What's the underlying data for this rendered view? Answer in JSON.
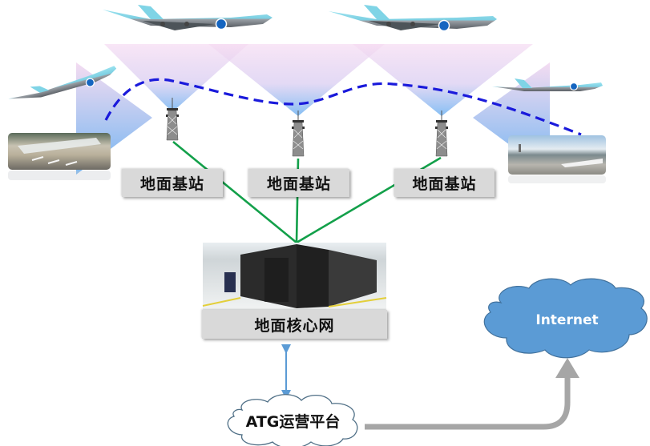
{
  "diagram": {
    "type": "ATG air-to-ground network architecture",
    "aircraft": [
      {
        "id": "plane-top-left",
        "role": "aircraft in cruise"
      },
      {
        "id": "plane-top-right",
        "role": "aircraft in cruise"
      },
      {
        "id": "plane-climbing",
        "role": "aircraft taking off"
      },
      {
        "id": "plane-descending",
        "role": "aircraft landing"
      }
    ],
    "airports": [
      {
        "id": "departure-airport",
        "label": ""
      },
      {
        "id": "arrival-airport",
        "label": ""
      }
    ],
    "base_stations": [
      {
        "label": "地面基站"
      },
      {
        "label": "地面基站"
      },
      {
        "label": "地面基站"
      }
    ],
    "core_network": {
      "label": "地面核心网"
    },
    "platform": {
      "label": "ATG运营平台"
    },
    "internet": {
      "label": "Internet"
    },
    "flight_path": {
      "style": "dashed",
      "color": "#1a1adb"
    },
    "links": [
      {
        "from": "base_station_1",
        "to": "core_network",
        "color": "#13a04a"
      },
      {
        "from": "base_station_2",
        "to": "core_network",
        "color": "#13a04a"
      },
      {
        "from": "base_station_3",
        "to": "core_network",
        "color": "#13a04a"
      },
      {
        "from": "platform",
        "to": "core_network",
        "color": "#5b9bd5",
        "style": "double-arrow"
      },
      {
        "from": "platform",
        "to": "internet",
        "color": "#a6a6a6",
        "style": "thick-arrow"
      }
    ],
    "colors": {
      "coverage_top": "#f3d6ef",
      "coverage_bottom": "#5eaaf0",
      "internet_cloud": "#5b9bd5",
      "label_box": "#d9d9d9",
      "plane_body": "#7fd4e6",
      "plane_marker": "#1565c0"
    }
  }
}
